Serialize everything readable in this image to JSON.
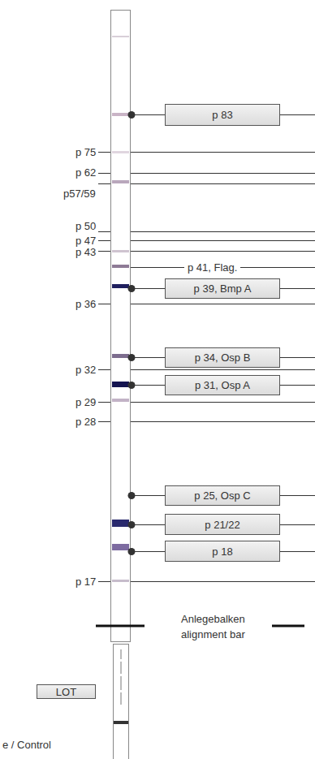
{
  "diagram": {
    "nodes": [
      {
        "text": [
          "p 83"
        ]
      },
      {
        "text": [
          "p 39, Bmp A"
        ]
      },
      {
        "text": [
          "p 34, Osp B"
        ]
      },
      {
        "text": [
          "p 31, Osp A"
        ]
      },
      {
        "text": [
          "p 25, Osp C"
        ]
      },
      {
        "text": [
          "p 21/22"
        ]
      },
      {
        "text": [
          "p 18"
        ]
      },
      {
        "text": [
          "LOT"
        ]
      }
    ],
    "labels": [
      "p 75",
      "p 62",
      "p57/59",
      "p 50",
      "p 47",
      "p 43",
      "p 41, Flag.",
      "p 36",
      "p 32",
      "p 29",
      "p 28",
      "p 17",
      "Anlegebalken",
      "alignment bar",
      "e / Control"
    ]
  }
}
